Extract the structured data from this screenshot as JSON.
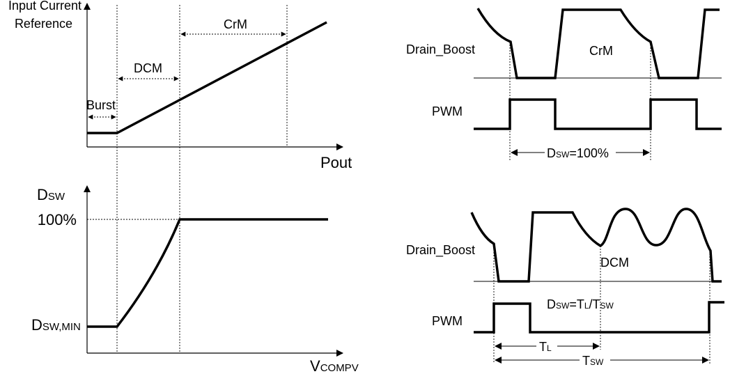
{
  "top_graph": {
    "y_axis_label_line1": "Input Current",
    "y_axis_label_line2": "Reference",
    "x_axis_label": "Pout",
    "regions": [
      "Burst",
      "DCM",
      "CrM"
    ]
  },
  "bottom_graph": {
    "y_axis_label_main": "D",
    "y_axis_label_sub": "SW",
    "y_tick_max": "100%",
    "y_tick_min_main": "D",
    "y_tick_min_sub": "SW,MIN",
    "x_axis_label_main": "V",
    "x_axis_label_sub": "COMPV"
  },
  "crm_waveform": {
    "drain_label": "Drain_Boost",
    "mode_label": "CrM",
    "pwm_label": "PWM",
    "duty_main": "D",
    "duty_sub": "SW",
    "duty_value": "=100%"
  },
  "dcm_waveform": {
    "drain_label": "Drain_Boost",
    "mode_label": "DCM",
    "pwm_label": "PWM",
    "duty_main": "D",
    "duty_sub1": "SW",
    "duty_eq": "=T",
    "duty_sub2": "L",
    "duty_slash": "/T",
    "duty_sub3": "SW",
    "tl_main": "T",
    "tl_sub": "L",
    "tsw_main": "T",
    "tsw_sub": "SW"
  }
}
